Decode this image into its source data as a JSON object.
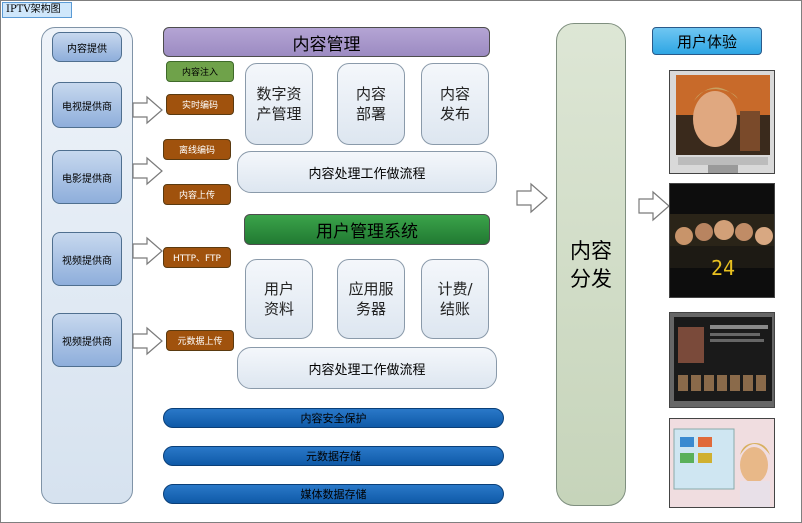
{
  "diagram_title": "IPTV架构图",
  "providers": [
    "内容提供",
    "电视提供商",
    "电影提供商",
    "视频提供商",
    "视频提供商"
  ],
  "ingest_steps": [
    "内容注入",
    "实时编码",
    "离线编码",
    "内容上传",
    "HTTP、FTP",
    "元数据上传"
  ],
  "content_mgmt": {
    "title": "内容管理",
    "boxes": [
      {
        "line1": "数字资",
        "line2": "产管理"
      },
      {
        "line1": "内容",
        "line2": "部署"
      },
      {
        "line1": "内容",
        "line2": "发布"
      }
    ],
    "workflow": "内容处理工作做流程"
  },
  "user_mgmt": {
    "title": "用户管理系统",
    "boxes": [
      {
        "line1": "用户",
        "line2": "资料"
      },
      {
        "line1": "应用服",
        "line2": "务器"
      },
      {
        "line1": "计费/",
        "line2": "结账"
      }
    ],
    "workflow": "内容处理工作做流程"
  },
  "infra_bars": [
    "内容安全保护",
    "元数据存储",
    "媒体数据存储"
  ],
  "distribution": {
    "line1": "内容",
    "line2": "分发"
  },
  "user_experience": {
    "title": "用户体验",
    "show_title": "24"
  },
  "colors": {
    "brown": "#a0520d",
    "green_header": "#2f8f3f",
    "blue_bar": "#1f6fc0",
    "purple_header": "#a898cc"
  }
}
